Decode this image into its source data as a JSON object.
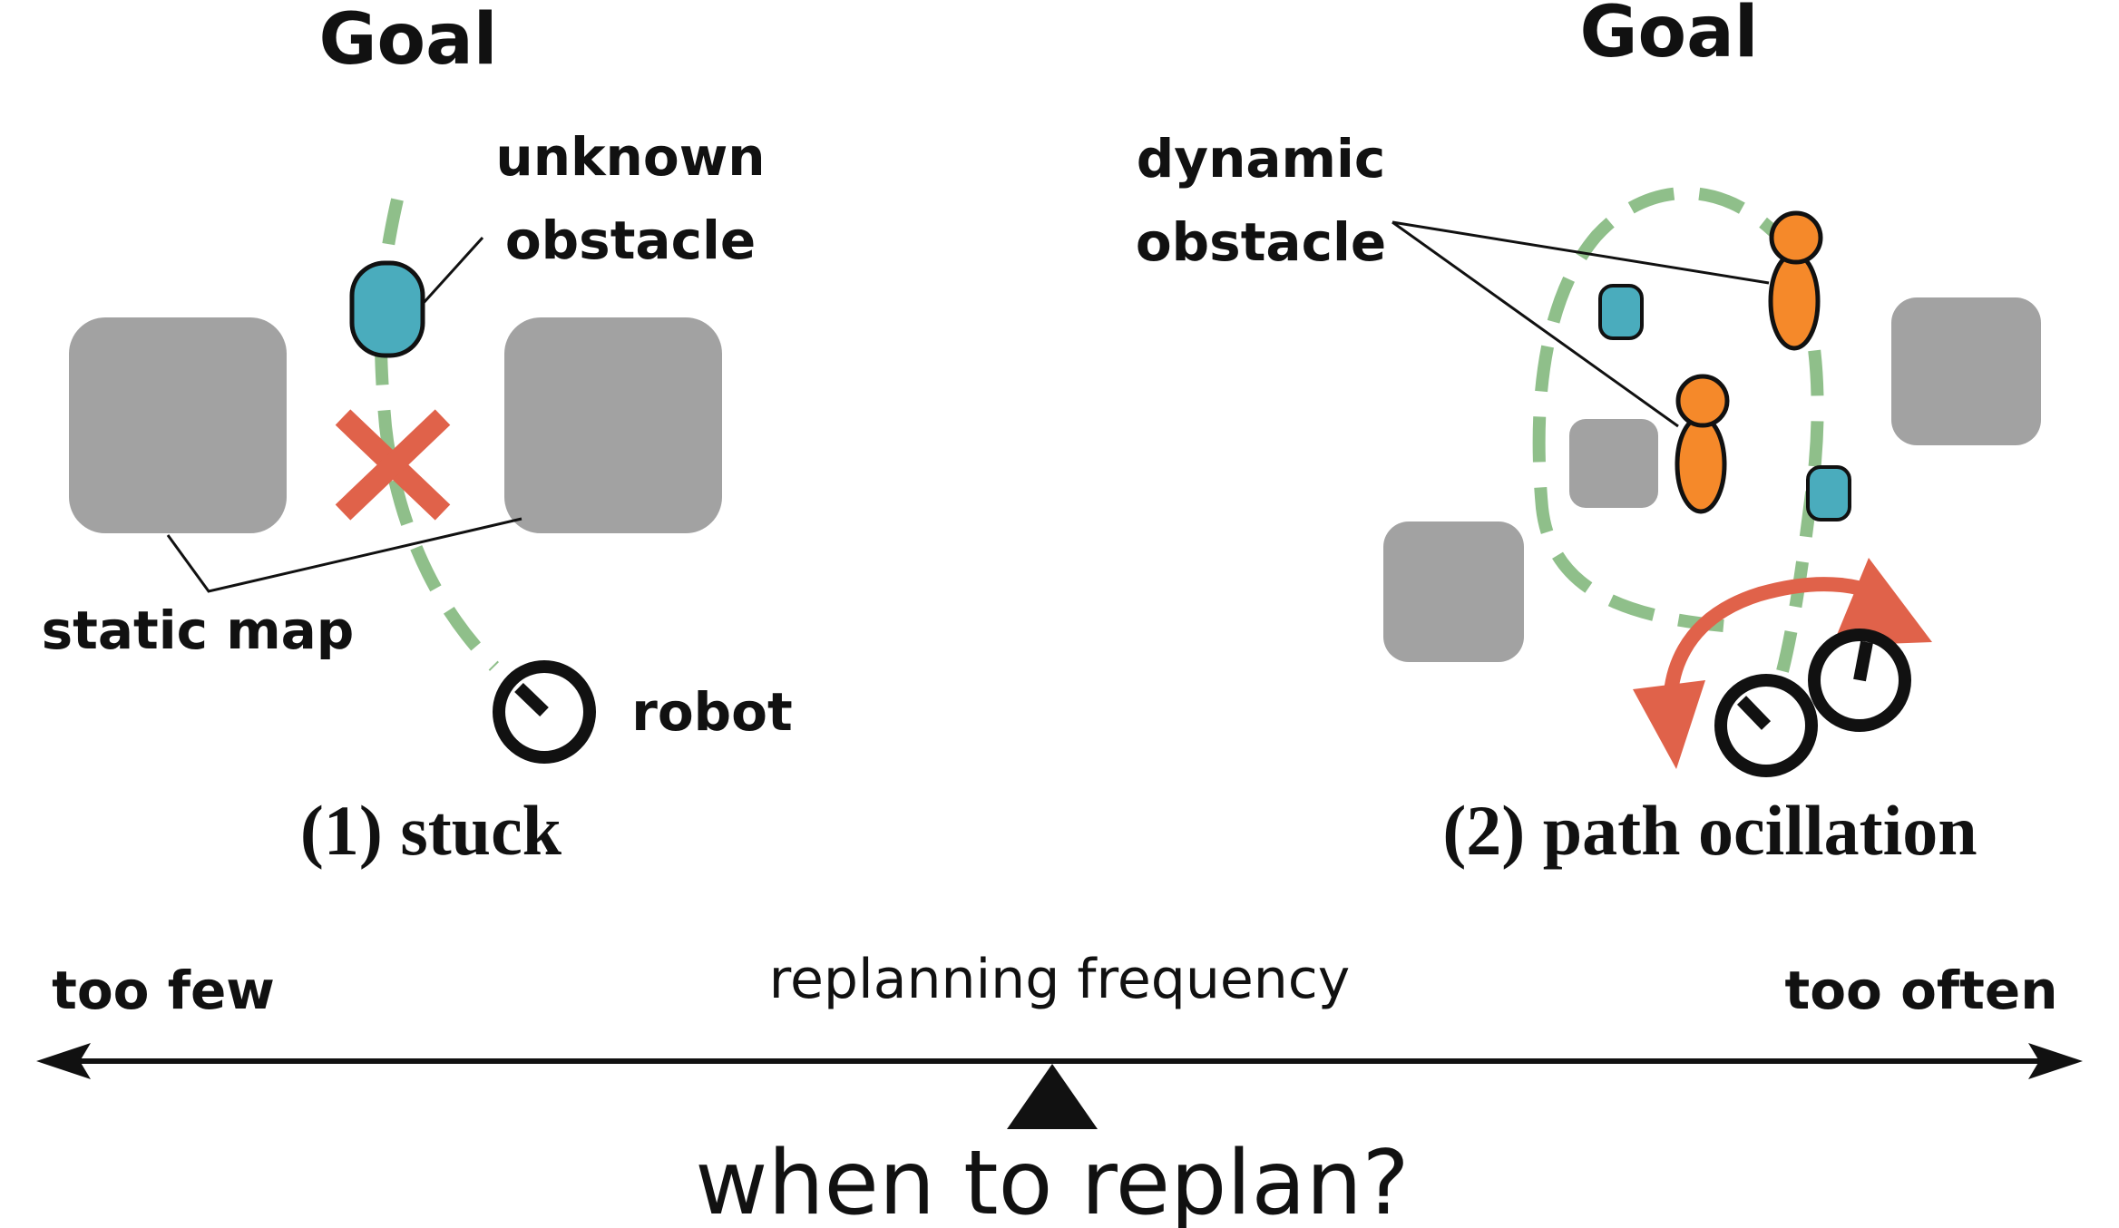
{
  "left_panel": {
    "goal_label": "Goal",
    "unknown_obstacle_label": [
      "unknown",
      "obstacle"
    ],
    "static_map_label": "static map",
    "robot_label": "robot",
    "caption": "(1) stuck"
  },
  "right_panel": {
    "goal_label": "Goal",
    "dynamic_obstacle_label": [
      "dynamic",
      "obstacle"
    ],
    "caption": "(2) path ocillation"
  },
  "scale": {
    "left_label": "too few",
    "center_label": "replanning frequency",
    "right_label": "too often",
    "question": "when to replan?"
  },
  "colors": {
    "static_obstacle": "#a2a2a2",
    "unknown_obstacle": "#4aacbd",
    "dynamic_obstacle": "#f5892a",
    "path": "#8fbf8a",
    "fail_mark": "#e0624a",
    "outline": "#111111"
  }
}
